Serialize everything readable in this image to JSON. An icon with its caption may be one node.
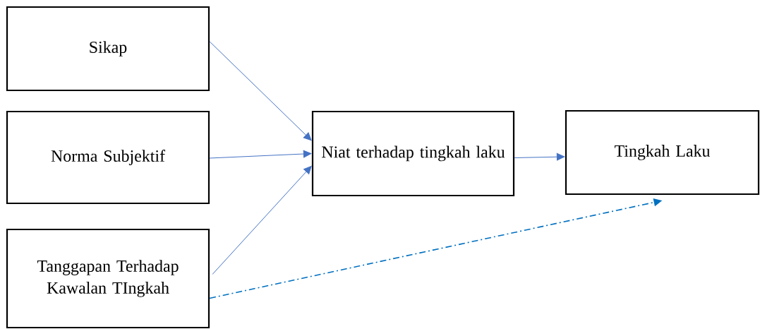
{
  "diagram": {
    "nodes": [
      {
        "text": [
          "Sikap"
        ]
      },
      {
        "text": [
          "Norma Subjektif"
        ]
      },
      {
        "text": [
          "Tanggapan Terhadap Kawalan TIngkah"
        ]
      },
      {
        "text": [
          "Niat terhadap tingkah laku"
        ]
      },
      {
        "text": [
          "Tingkah Laku"
        ]
      }
    ],
    "edges": [
      {
        "from": 0,
        "to": 3,
        "arrow": "to"
      },
      {
        "from": 1,
        "to": 3,
        "arrow": "to"
      },
      {
        "from": 2,
        "to": 3,
        "arrow": "to"
      },
      {
        "from": 3,
        "to": 4,
        "arrow": "to"
      },
      {
        "from": 2,
        "to": 4,
        "arrow": "to",
        "style": "dashed",
        "color": "#0070c0"
      }
    ]
  }
}
